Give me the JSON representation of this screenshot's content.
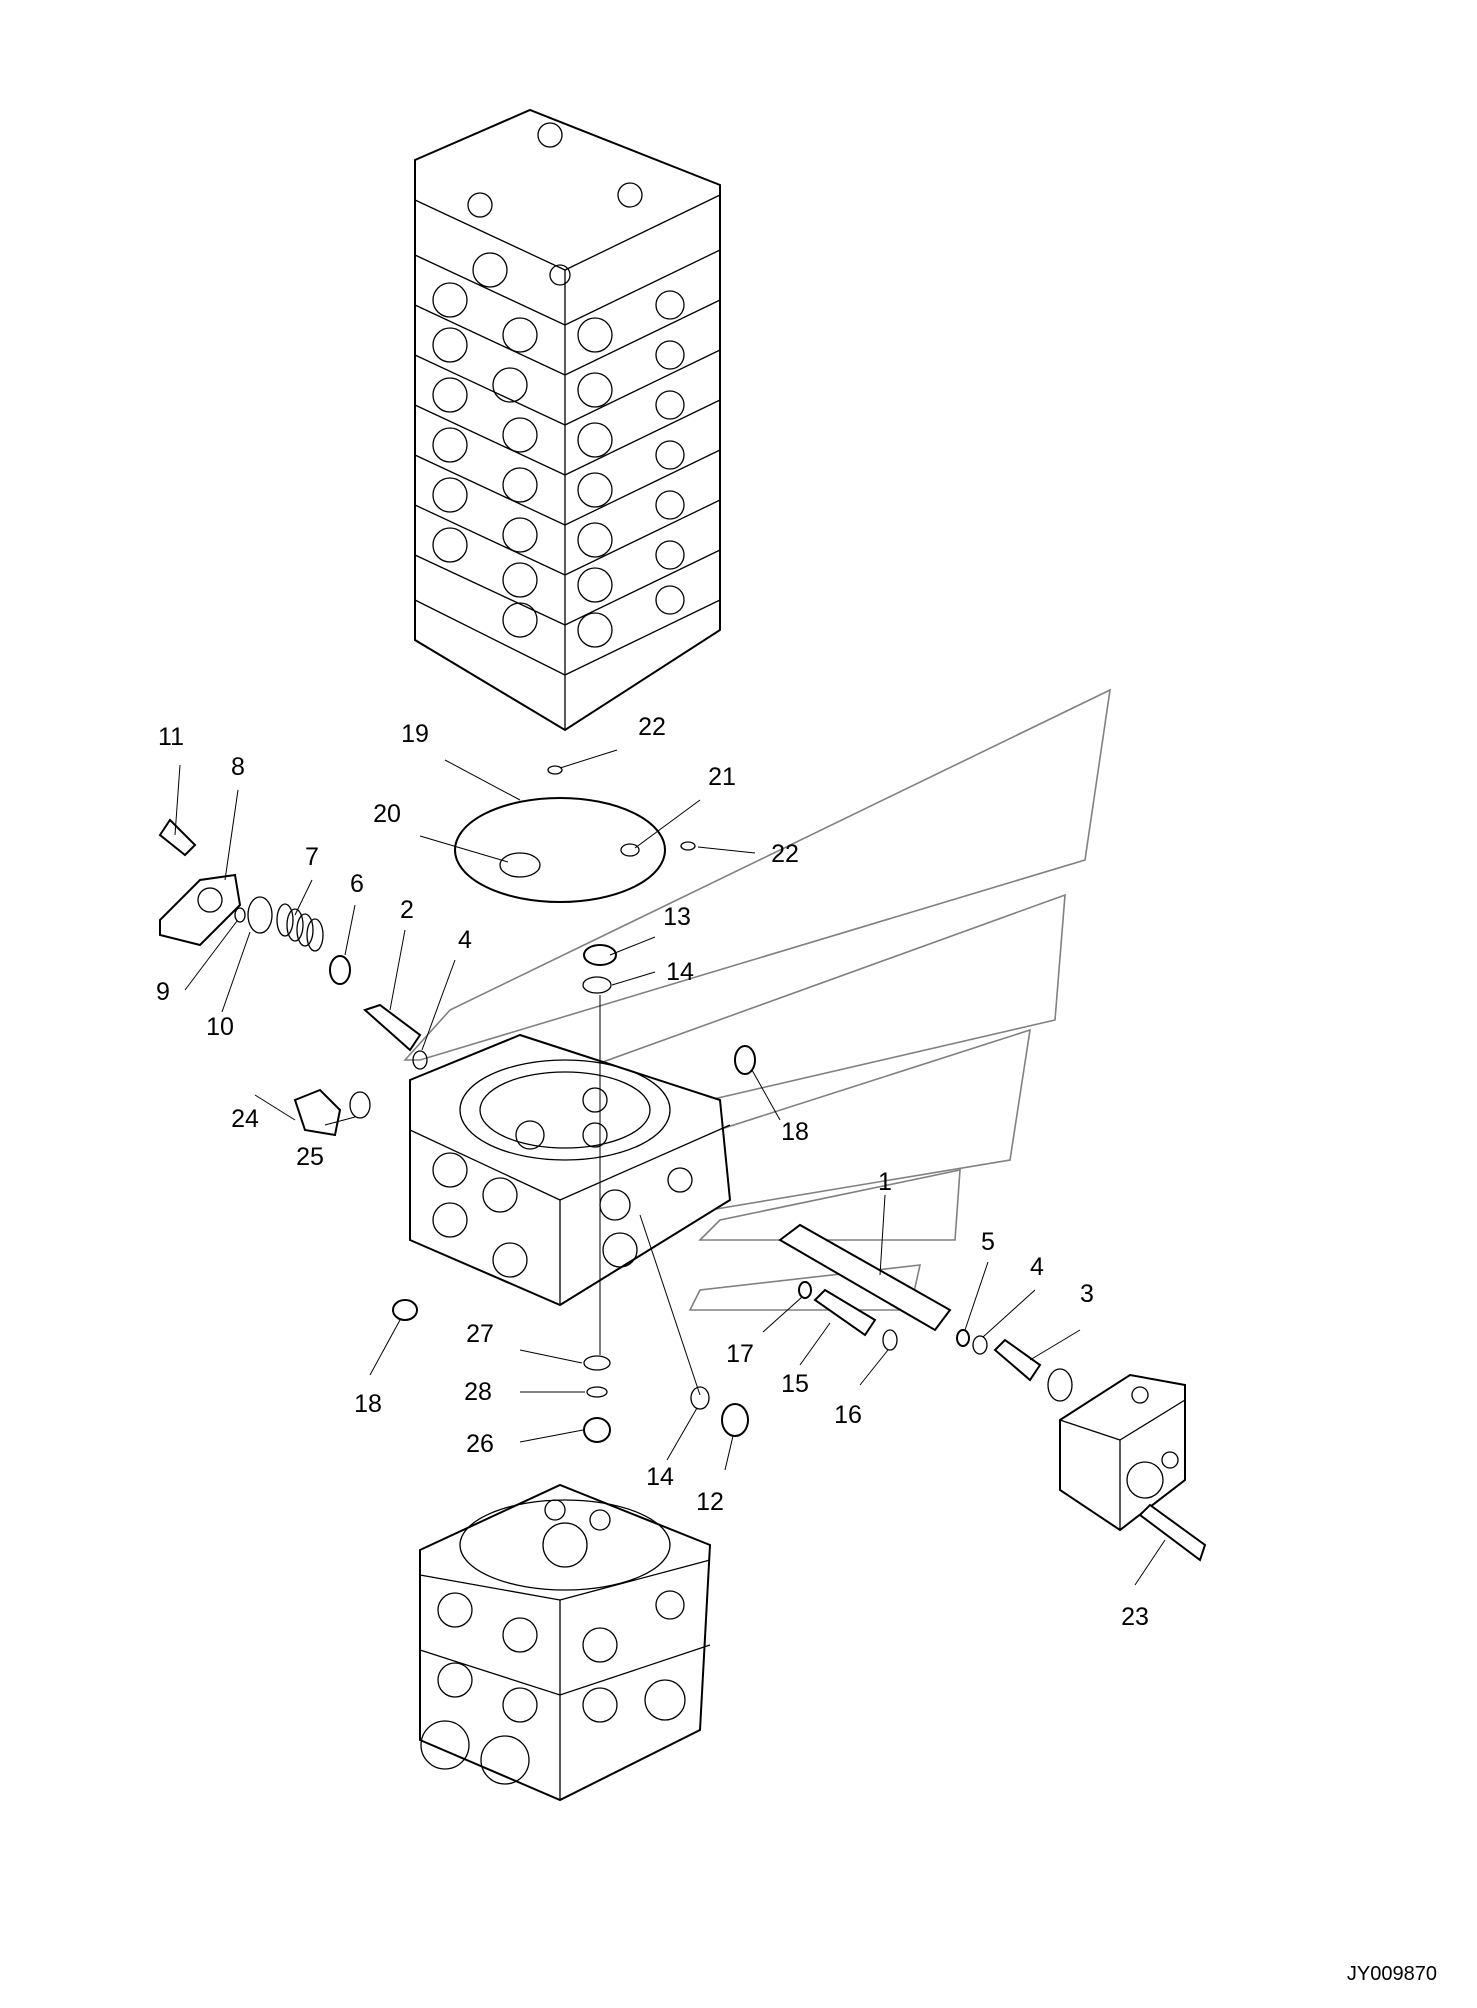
{
  "drawing_code": "JY009870",
  "callouts": [
    {
      "id": "c11",
      "label": "11"
    },
    {
      "id": "c8",
      "label": "8"
    },
    {
      "id": "c19",
      "label": "19"
    },
    {
      "id": "c22a",
      "label": "22"
    },
    {
      "id": "c21",
      "label": "21"
    },
    {
      "id": "c20",
      "label": "20"
    },
    {
      "id": "c22b",
      "label": "22"
    },
    {
      "id": "c7",
      "label": "7"
    },
    {
      "id": "c6",
      "label": "6"
    },
    {
      "id": "c2",
      "label": "2"
    },
    {
      "id": "c4a",
      "label": "4"
    },
    {
      "id": "c13",
      "label": "13"
    },
    {
      "id": "c14a",
      "label": "14"
    },
    {
      "id": "c9",
      "label": "9"
    },
    {
      "id": "c10",
      "label": "10"
    },
    {
      "id": "c24",
      "label": "24"
    },
    {
      "id": "c25",
      "label": "25"
    },
    {
      "id": "c18a",
      "label": "18"
    },
    {
      "id": "c1",
      "label": "1"
    },
    {
      "id": "c5",
      "label": "5"
    },
    {
      "id": "c4b",
      "label": "4"
    },
    {
      "id": "c3",
      "label": "3"
    },
    {
      "id": "c27",
      "label": "27"
    },
    {
      "id": "c17",
      "label": "17"
    },
    {
      "id": "c15",
      "label": "15"
    },
    {
      "id": "c16",
      "label": "16"
    },
    {
      "id": "c18b",
      "label": "18"
    },
    {
      "id": "c28",
      "label": "28"
    },
    {
      "id": "c26",
      "label": "26"
    },
    {
      "id": "c14b",
      "label": "14"
    },
    {
      "id": "c12",
      "label": "12"
    },
    {
      "id": "c23",
      "label": "23"
    }
  ]
}
